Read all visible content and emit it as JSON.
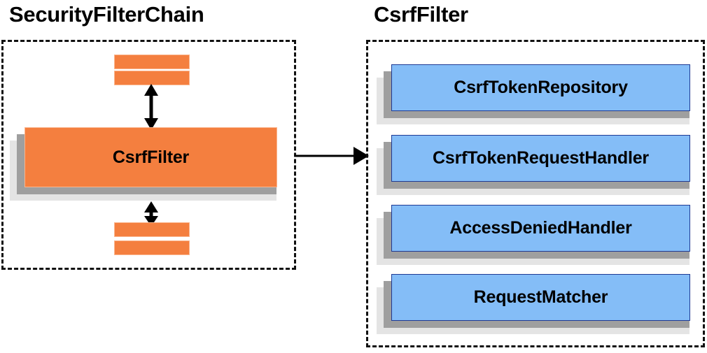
{
  "diagram": {
    "background_color": "#ffffff",
    "panels": [
      {
        "id": "security-filter-chain",
        "title": "SecurityFilterChain",
        "border_style": "dashed",
        "border_color": "#111111",
        "main_box": {
          "label": "CsrfFilter",
          "fill_color": "#f47f3f",
          "border_color": "#fbb68e",
          "shadow_mid_color": "#9f9f9f",
          "shadow_back_color": "#e4e4e4"
        },
        "filler_bars": [
          {
            "name": "filter-bar-top-1",
            "fill_color": "#f47f3f"
          },
          {
            "name": "filter-bar-top-2",
            "fill_color": "#f47f3f"
          },
          {
            "name": "filter-bar-bottom-1",
            "fill_color": "#f47f3f"
          },
          {
            "name": "filter-bar-bottom-2",
            "fill_color": "#f47f3f"
          }
        ],
        "connectors": [
          {
            "name": "arrow-above-csrffilter",
            "type": "double-headed-vertical",
            "color": "#000000"
          },
          {
            "name": "arrow-below-csrffilter",
            "type": "double-headed-vertical",
            "color": "#000000"
          }
        ]
      },
      {
        "id": "csrf-filter",
        "title": "CsrfFilter",
        "border_style": "dashed",
        "border_color": "#111111",
        "components": [
          {
            "label": "CsrfTokenRepository",
            "fill_color": "#84bdf7",
            "border_color": "#1f3a93",
            "shadow_mid_color": "#9f9f9f",
            "shadow_back_color": "#e4e4e4"
          },
          {
            "label": "CsrfTokenRequestHandler",
            "fill_color": "#84bdf7",
            "border_color": "#1f3a93",
            "shadow_mid_color": "#9f9f9f",
            "shadow_back_color": "#e4e4e4"
          },
          {
            "label": "AccessDeniedHandler",
            "fill_color": "#84bdf7",
            "border_color": "#1f3a93",
            "shadow_mid_color": "#9f9f9f",
            "shadow_back_color": "#e4e4e4"
          },
          {
            "label": "RequestMatcher",
            "fill_color": "#84bdf7",
            "border_color": "#1f3a93",
            "shadow_mid_color": "#9f9f9f",
            "shadow_back_color": "#e4e4e4"
          }
        ]
      }
    ],
    "cross_panel_connector": {
      "name": "arrow-chain-to-csrffilter",
      "type": "single-headed-horizontal",
      "color": "#000000",
      "from_panel": "security-filter-chain",
      "to_panel": "csrf-filter"
    }
  }
}
